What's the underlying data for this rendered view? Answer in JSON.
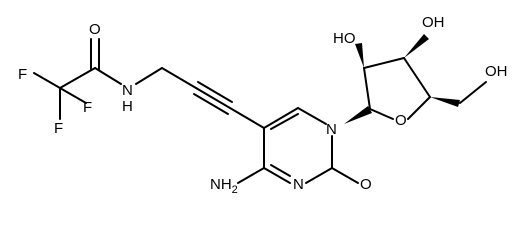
{
  "molecule": {
    "atoms": {
      "F1": "F",
      "F2": "F",
      "F3": "F",
      "O_amide": "O",
      "NH": "N",
      "H_on_N": "H",
      "N1": "N",
      "N3": "N",
      "O2": "O",
      "O_ring": "O",
      "NH2": "NH",
      "NH2_sub": "2",
      "HO_2prime": "HO",
      "OH_3prime": "OH",
      "OH_5prime": "OH"
    }
  }
}
